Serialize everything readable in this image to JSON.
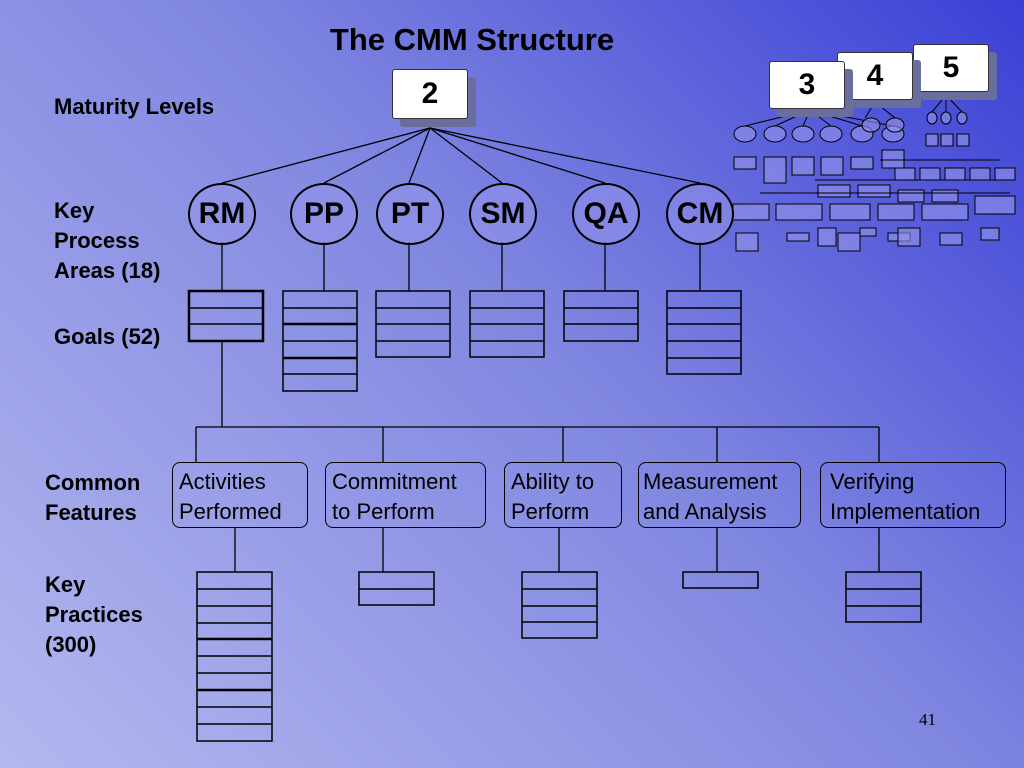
{
  "title": "The CMM Structure",
  "labels": {
    "maturity_levels": "Maturity Levels",
    "kpa": [
      "Key",
      "Process",
      "Areas (18)"
    ],
    "goals": "Goals (52)",
    "common_features": [
      "Common",
      "Features"
    ],
    "key_practices": [
      "Key",
      "Practices",
      "(300)"
    ]
  },
  "levels": {
    "l2": "2",
    "l3": "3",
    "l4": "4",
    "l5": "5"
  },
  "kpas": [
    "RM",
    "PP",
    "PT",
    "SM",
    "QA",
    "CM"
  ],
  "common_features": [
    {
      "line1": "Activities",
      "line2": "Performed"
    },
    {
      "line1": "Commitment",
      "line2": "to Perform"
    },
    {
      "line1": "Ability to",
      "line2": "Perform"
    },
    {
      "line1": "Measurement",
      "line2": "and Analysis"
    },
    {
      "line1": "Verifying",
      "line2": "Implementation"
    }
  ],
  "page_number": "41"
}
